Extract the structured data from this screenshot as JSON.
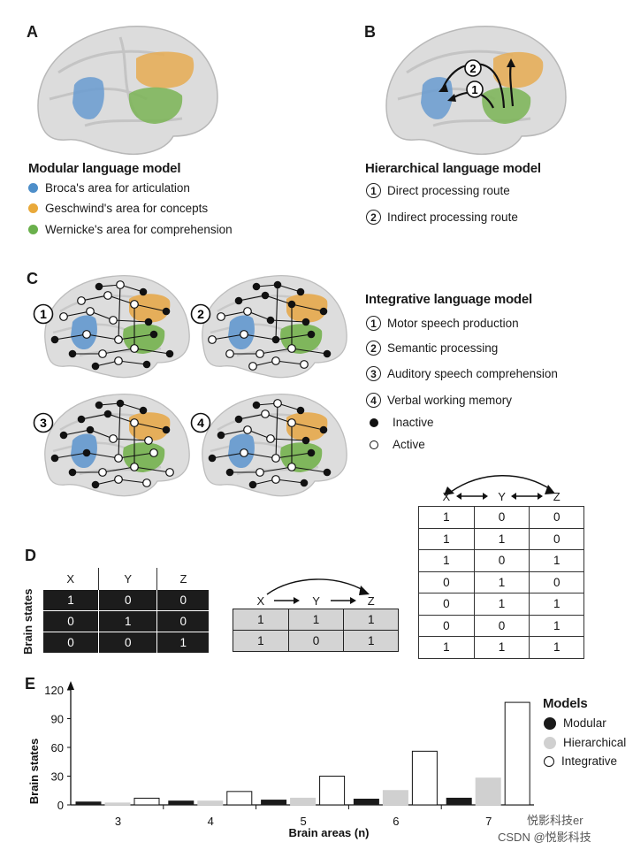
{
  "panels": {
    "a": {
      "letter": "A",
      "title": "Modular language model",
      "items": [
        {
          "label": "Broca's area for articulation",
          "color": "#4d8ec9"
        },
        {
          "label": "Geschwind's area for concepts",
          "color": "#e9a93a"
        },
        {
          "label": "Wernicke's area for comprehension",
          "color": "#6ab04c"
        }
      ]
    },
    "b": {
      "letter": "B",
      "title": "Hierarchical language model",
      "arrow_labels": [
        "2",
        "1"
      ],
      "items": [
        {
          "num": "1",
          "label": "Direct processing route"
        },
        {
          "num": "2",
          "label": "Indirect processing route"
        }
      ]
    },
    "c": {
      "letter": "C",
      "title": "Integrative language model",
      "brain_numbers": [
        "1",
        "2",
        "3",
        "4"
      ],
      "items": [
        {
          "num": "1",
          "label": "Motor speech production"
        },
        {
          "num": "2",
          "label": "Semantic processing"
        },
        {
          "num": "3",
          "label": "Auditory speech comprehension"
        },
        {
          "num": "4",
          "label": "Verbal working memory"
        }
      ],
      "inactive_label": "Inactive",
      "active_label": "Active"
    },
    "d": {
      "letter": "D",
      "ylabel": "Brain states",
      "modular": {
        "headers": [
          "X",
          "Y",
          "Z"
        ],
        "rows": [
          [
            "1",
            "0",
            "0"
          ],
          [
            "0",
            "1",
            "0"
          ],
          [
            "0",
            "0",
            "1"
          ]
        ]
      },
      "hierarchical": {
        "headers": [
          "X",
          "Y",
          "Z"
        ],
        "rows": [
          [
            "1",
            "1",
            "1"
          ],
          [
            "1",
            "0",
            "1"
          ]
        ]
      },
      "integrative": {
        "headers": [
          "X",
          "Y",
          "Z"
        ],
        "rows": [
          [
            "1",
            "0",
            "0"
          ],
          [
            "1",
            "1",
            "0"
          ],
          [
            "1",
            "0",
            "1"
          ],
          [
            "0",
            "1",
            "0"
          ],
          [
            "0",
            "1",
            "1"
          ],
          [
            "0",
            "0",
            "1"
          ],
          [
            "1",
            "1",
            "1"
          ]
        ]
      }
    },
    "e": {
      "letter": "E",
      "legend_title": "Models"
    }
  },
  "chart_data": {
    "type": "bar",
    "categories": [
      "3",
      "4",
      "5",
      "6",
      "7"
    ],
    "series": [
      {
        "name": "Modular",
        "color": "#1a1a1a",
        "values": [
          3,
          4,
          5,
          6,
          7
        ]
      },
      {
        "name": "Hierarchical",
        "color": "#d0d0d0",
        "values": [
          2,
          4,
          7,
          15,
          28
        ]
      },
      {
        "name": "Integrative",
        "color": "#ffffff",
        "values": [
          7,
          14,
          30,
          56,
          107
        ]
      }
    ],
    "xlabel": "Brain areas (n)",
    "ylabel": "Brain states",
    "ylim": [
      0,
      120
    ],
    "yticks": [
      "0",
      "30",
      "60",
      "90",
      "120"
    ],
    "grid": false,
    "legend_position": "top-right"
  },
  "watermark": {
    "line1": "悦影科技er",
    "line2": "CSDN @悦影科技"
  }
}
